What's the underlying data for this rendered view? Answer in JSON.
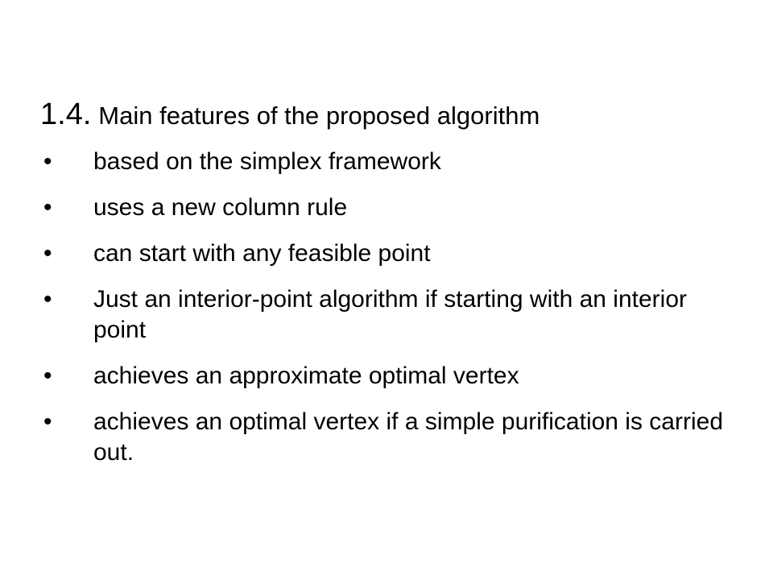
{
  "slide": {
    "title_number": "1.4.",
    "title_text": "Main features of the proposed algorithm",
    "bullet_symbol": "•",
    "bullets": [
      "based on the simplex framework",
      "uses a new column rule",
      "can start with any feasible point",
      "Just an interior-point algorithm if starting with an interior point",
      "achieves an approximate optimal vertex",
      "achieves an optimal vertex if a simple purification is carried out."
    ]
  }
}
